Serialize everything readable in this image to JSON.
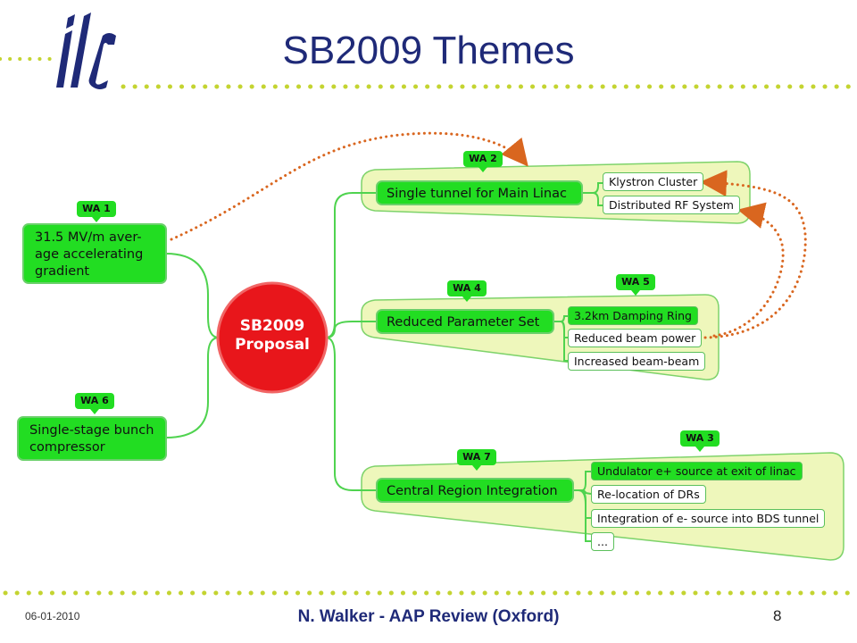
{
  "slide": {
    "title": "SB2009 Themes",
    "logo_text": "ilc"
  },
  "diagram": {
    "center": "SB2009 Proposal",
    "left_nodes": [
      {
        "text": "31.5 MV/m aver-age accelerating gradient",
        "tag": "WA 1"
      },
      {
        "text": "Single-stage bunch compressor",
        "tag": "WA 6"
      }
    ],
    "branches": [
      {
        "title": "Single tunnel for Main Linac",
        "tag": "WA 2",
        "items": [
          "Klystron Cluster",
          "Distributed RF System"
        ]
      },
      {
        "title": "Reduced Parameter Set",
        "tag": "WA 4",
        "items_tag": "WA 5",
        "items": [
          "3.2km Damping Ring",
          "Reduced beam power",
          "Increased beam-beam"
        ]
      },
      {
        "title": "Central Region Integration",
        "tag": "WA 7",
        "items_tag": "WA 3",
        "items": [
          "Undulator e+ source at exit of linac",
          "Re-location of DRs",
          "Integration of e- source into BDS tunnel",
          "..."
        ]
      }
    ]
  },
  "footer": {
    "date": "06-01-2010",
    "author": "N. Walker - AAP Review (Oxford)",
    "page": "8"
  },
  "colors": {
    "title_blue": "#1f2a78",
    "node_green": "#22dd22",
    "group_fill": "#eef7bb",
    "center_red": "#e8161b",
    "arrow_orange": "#d9661f",
    "dot_yellow_green": "#c4d431"
  }
}
